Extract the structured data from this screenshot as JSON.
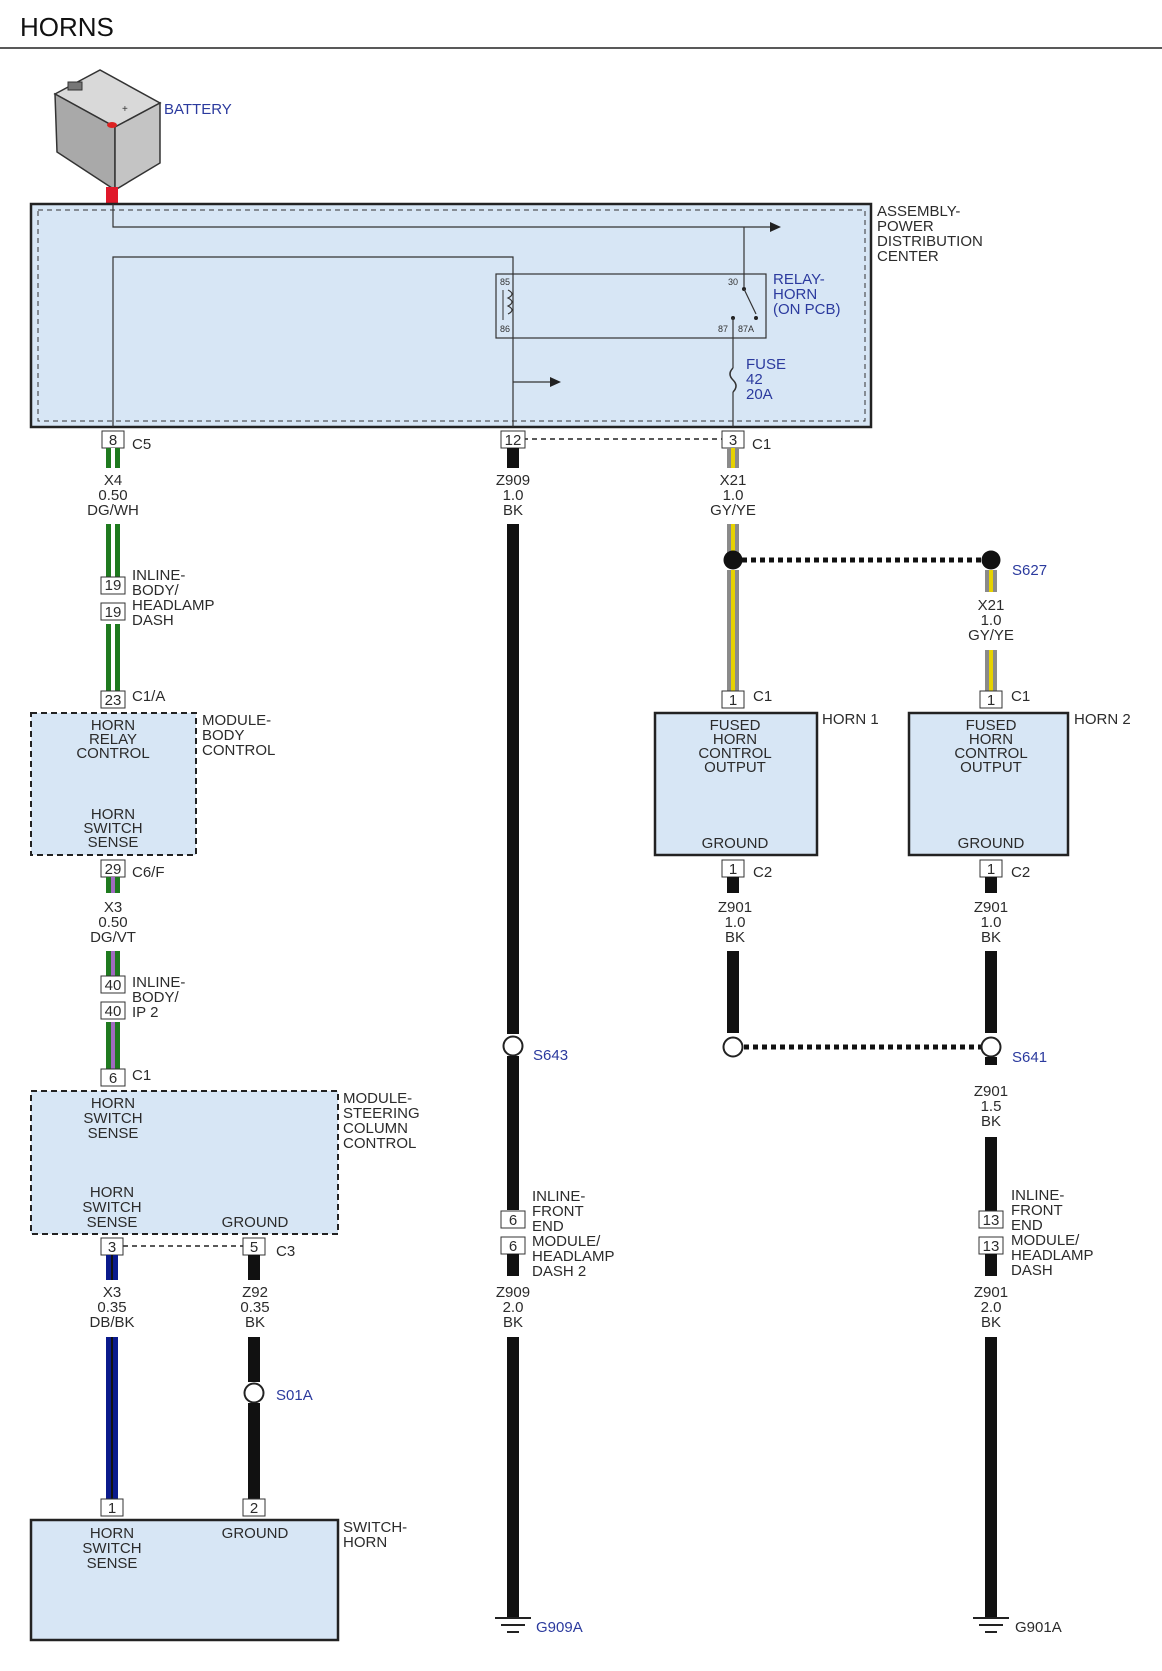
{
  "title": "HORNS",
  "battery": {
    "label": "BATTERY"
  },
  "pdc": {
    "label": [
      "ASSEMBLY-",
      "POWER",
      "DISTRIBUTION",
      "CENTER"
    ],
    "relay_label": [
      "RELAY-",
      "HORN",
      "(ON PCB)"
    ],
    "relay_pins": [
      "85",
      "86",
      "30",
      "87",
      "87A"
    ],
    "fuse_label": [
      "FUSE",
      "42",
      "20A"
    ]
  },
  "connectors": {
    "c5": {
      "pin": "8",
      "name": "C5"
    },
    "c12": {
      "pin": "12"
    },
    "c1_pdc": {
      "pin": "3",
      "name": "C1"
    },
    "inline_body_headlamp": {
      "pin_a": "19",
      "pin_b": "19",
      "label": [
        "INLINE-",
        "BODY/",
        "HEADLAMP",
        "DASH"
      ]
    },
    "bcm_c1a": {
      "pin": "23",
      "name": "C1/A"
    },
    "bcm_c6f": {
      "pin": "29",
      "name": "C6/F"
    },
    "inline_body_ip2": {
      "pin_a": "40",
      "pin_b": "40",
      "label": [
        "INLINE-",
        "BODY/",
        "IP 2"
      ]
    },
    "sccm_c1": {
      "pin": "6",
      "name": "C1"
    },
    "sccm_c3_a": {
      "pin": "3"
    },
    "sccm_c3_b": {
      "pin": "5",
      "name": "C3"
    },
    "horn_switch_1": {
      "pin": "1"
    },
    "horn_switch_2": {
      "pin": "2"
    },
    "inline_front_dash2": {
      "pin_a": "6",
      "pin_b": "6",
      "label": [
        "INLINE-",
        "FRONT",
        "END",
        "MODULE/",
        "HEADLAMP",
        "DASH 2"
      ]
    },
    "inline_front_dash": {
      "pin_a": "13",
      "pin_b": "13",
      "label": [
        "INLINE-",
        "FRONT",
        "END",
        "MODULE/",
        "HEADLAMP",
        "DASH"
      ]
    },
    "horn1_c1": {
      "pin": "1",
      "name": "C1"
    },
    "horn1_c2": {
      "pin": "1",
      "name": "C2"
    },
    "horn2_c1": {
      "pin": "1",
      "name": "C1"
    },
    "horn2_c2": {
      "pin": "1",
      "name": "C2"
    }
  },
  "wires": {
    "x4": [
      "X4",
      "0.50",
      "DG/WH"
    ],
    "x3_top": [
      "X3",
      "0.50",
      "DG/VT"
    ],
    "x3_bot": [
      "X3",
      "0.35",
      "DB/BK"
    ],
    "z92": [
      "Z92",
      "0.35",
      "BK"
    ],
    "z909_top": [
      "Z909",
      "1.0",
      "BK"
    ],
    "z909_bot": [
      "Z909",
      "2.0",
      "BK"
    ],
    "x21_a": [
      "X21",
      "1.0",
      "GY/YE"
    ],
    "x21_b": [
      "X21",
      "1.0",
      "GY/YE"
    ],
    "z901_h1": [
      "Z901",
      "1.0",
      "BK"
    ],
    "z901_h2": [
      "Z901",
      "1.0",
      "BK"
    ],
    "z901_mid": [
      "Z901",
      "1.5",
      "BK"
    ],
    "z901_bot": [
      "Z901",
      "2.0",
      "BK"
    ]
  },
  "splices": {
    "s627": "S627",
    "s643": "S643",
    "s641": "S641",
    "s01a": "S01A"
  },
  "grounds": {
    "g909a": "G909A",
    "g901a": "G901A"
  },
  "modules": {
    "bcm": {
      "label": [
        "MODULE-",
        "BODY",
        "CONTROL"
      ],
      "top": [
        "HORN",
        "RELAY",
        "CONTROL"
      ],
      "bottom": [
        "HORN",
        "SWITCH",
        "SENSE"
      ]
    },
    "sccm": {
      "label": [
        "MODULE-",
        "STEERING",
        "COLUMN",
        "CONTROL"
      ],
      "top": [
        "HORN",
        "SWITCH",
        "SENSE"
      ],
      "bottom_left": [
        "HORN",
        "SWITCH",
        "SENSE"
      ],
      "bottom_right": "GROUND"
    },
    "horn1": {
      "label": "HORN 1",
      "top": [
        "FUSED",
        "HORN",
        "CONTROL",
        "OUTPUT"
      ],
      "bottom": "GROUND"
    },
    "horn2": {
      "label": "HORN 2",
      "top": [
        "FUSED",
        "HORN",
        "CONTROL",
        "OUTPUT"
      ],
      "bottom": "GROUND"
    },
    "switch": {
      "label": [
        "SWITCH-",
        "HORN"
      ],
      "left": [
        "HORN",
        "SWITCH",
        "SENSE"
      ],
      "right": "GROUND"
    }
  },
  "colors": {
    "green": "#1f7a1f",
    "white": "#ffffff",
    "violet": "#a06ac0",
    "blue_dark": "#0a1a8c",
    "black": "#111111",
    "gray": "#8a8a8a",
    "yellow": "#e6d200",
    "red": "#e0182a",
    "module_fill": "#d7e6f5"
  }
}
